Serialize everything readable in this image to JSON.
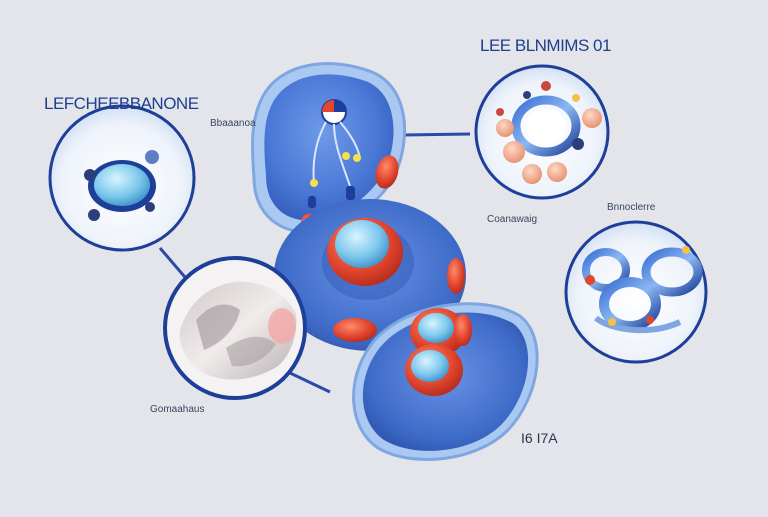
{
  "labels": {
    "top_left_title": "LEFCHEEBBANONE",
    "top_right_title": "LEE BLNMIMS 01",
    "center_top": "Bbaaanoa",
    "right_middle_upper": "Coanawaig",
    "right_middle": "Bnnoclerre",
    "bottom_left": "Gomaahaus",
    "bottom_right": "I6 I7A"
  },
  "colors": {
    "background": "#e3e5ea",
    "cell_blue": "#4a78d6",
    "membrane_light": "#a9c9f2",
    "red_organelle": "#e2462f",
    "circle_border": "#1e3f99",
    "connector": "#2a4aa8"
  }
}
